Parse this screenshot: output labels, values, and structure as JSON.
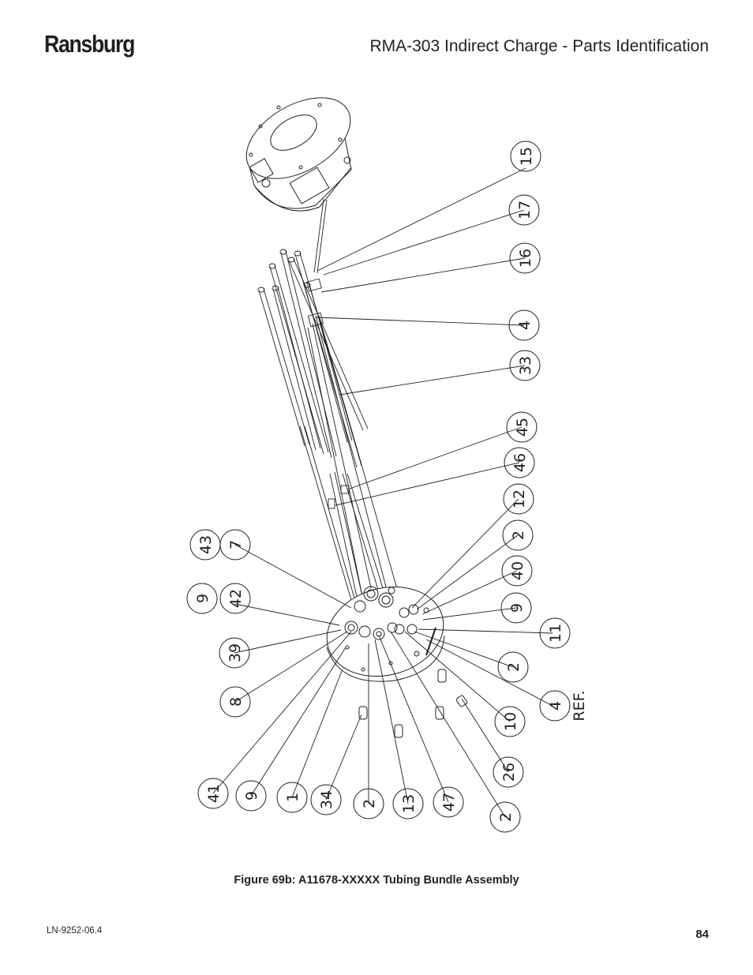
{
  "header": {
    "brand": "Ransburg",
    "title": "RMA-303 Indirect Charge - Parts Identification"
  },
  "figure": {
    "caption": "Figure 69b:  A11678-XXXXX Tubing Bundle Assembly",
    "callouts": [
      "15",
      "17",
      "16",
      "4",
      "33",
      "45",
      "46",
      "12",
      "2",
      "40",
      "9",
      "11",
      "2",
      "4",
      "REF.",
      "10",
      "26",
      "2",
      "47",
      "13",
      "2",
      "34",
      "1",
      "9",
      "41",
      "8",
      "39",
      "9",
      "42",
      "43",
      "7"
    ]
  },
  "footer": {
    "doc_number": "LN-9252-06.4",
    "page_number": "84"
  }
}
